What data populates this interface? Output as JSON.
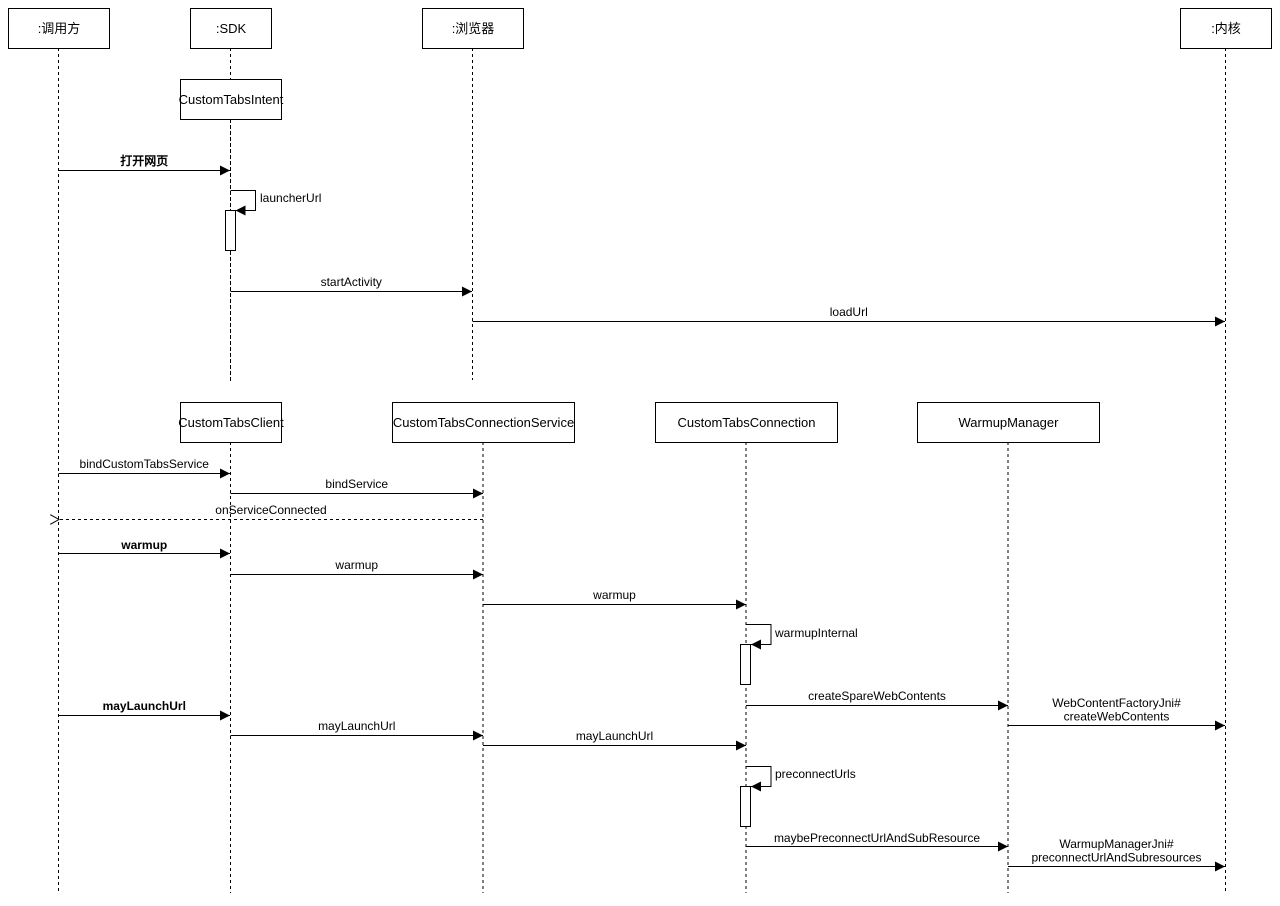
{
  "participants": [
    {
      "id": "caller",
      "label": ":调用方"
    },
    {
      "id": "sdk",
      "label": ":SDK"
    },
    {
      "id": "browser",
      "label": ":浏览器"
    },
    {
      "id": "kernel",
      "label": ":内核"
    },
    {
      "id": "cti",
      "label": "CustomTabsIntent"
    },
    {
      "id": "ctc",
      "label": "CustomTabsClient"
    },
    {
      "id": "ctcs",
      "label": "CustomTabsConnectionService"
    },
    {
      "id": "ctconn",
      "label": "CustomTabsConnection"
    },
    {
      "id": "wm",
      "label": "WarmupManager"
    }
  ],
  "messages": [
    {
      "id": "open_page",
      "label": "打开网页",
      "bold": true
    },
    {
      "id": "launcher_url",
      "label": "launcherUrl"
    },
    {
      "id": "start_activity",
      "label": "startActivity"
    },
    {
      "id": "load_url",
      "label": "loadUrl"
    },
    {
      "id": "bind_cts",
      "label": "bindCustomTabsService"
    },
    {
      "id": "bind_service",
      "label": "bindService"
    },
    {
      "id": "on_service_connected",
      "label": "onServiceConnected",
      "dashed": true
    },
    {
      "id": "warmup1",
      "label": "warmup",
      "bold": true
    },
    {
      "id": "warmup2",
      "label": "warmup"
    },
    {
      "id": "warmup3",
      "label": "warmup"
    },
    {
      "id": "warmup_internal",
      "label": "warmupInternal"
    },
    {
      "id": "create_spare",
      "label": "createSpareWebContents"
    },
    {
      "id": "create_web_contents",
      "label": "WebContentFactoryJni#\ncreateWebContents"
    },
    {
      "id": "may_launch1",
      "label": "mayLaunchUrl",
      "bold": true
    },
    {
      "id": "may_launch2",
      "label": "mayLaunchUrl"
    },
    {
      "id": "may_launch3",
      "label": "mayLaunchUrl"
    },
    {
      "id": "preconnect_urls",
      "label": "preconnectUrls"
    },
    {
      "id": "maybe_preconnect",
      "label": "maybePreconnectUrlAndSubResource"
    },
    {
      "id": "preconnect_sub",
      "label": "WarmupManagerJni#\npreconnectUrlAndSubresources"
    }
  ]
}
